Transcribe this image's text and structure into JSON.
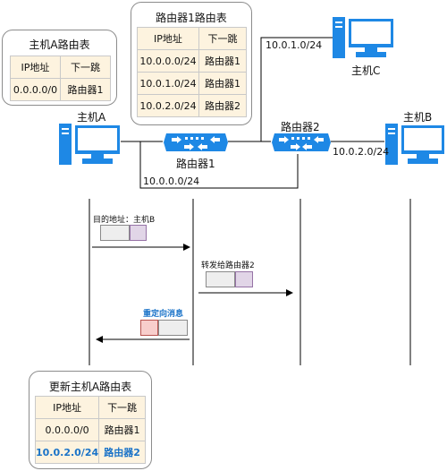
{
  "table_a": {
    "title": "主机A路由表",
    "headers": [
      "IP地址",
      "下一跳"
    ],
    "rows": [
      [
        "0.0.0.0/0",
        "路由器1"
      ]
    ]
  },
  "table_r1": {
    "title": "路由器1路由表",
    "headers": [
      "IP地址",
      "下一跳"
    ],
    "rows": [
      [
        "10.0.0.0/24",
        "路由器1"
      ],
      [
        "10.0.1.0/24",
        "路由器1"
      ],
      [
        "10.0.2.0/24",
        "路由器2"
      ]
    ]
  },
  "table_updated": {
    "title": "更新主机A路由表",
    "headers": [
      "IP地址",
      "下一跳"
    ],
    "rows": [
      [
        "0.0.0.0/0",
        "路由器1"
      ],
      [
        "10.0.2.0/24",
        "路由器2"
      ]
    ]
  },
  "nodes": {
    "host_a": "主机A",
    "host_b": "主机B",
    "host_c": "主机C",
    "router1": "路由器1",
    "router2": "路由器2"
  },
  "subnets": {
    "net_c": "10.0.1.0/24",
    "net_b": "10.0.2.0/24",
    "net_a": "10.0.0.0/24"
  },
  "messages": {
    "m1": "目的地址：主机B",
    "m2": "转发给路由器2",
    "m3": "重定向消息"
  },
  "colors": {
    "device_blue": "#1e88e5",
    "table_fill": "#fdf3df",
    "highlight": "#1a73c8"
  }
}
